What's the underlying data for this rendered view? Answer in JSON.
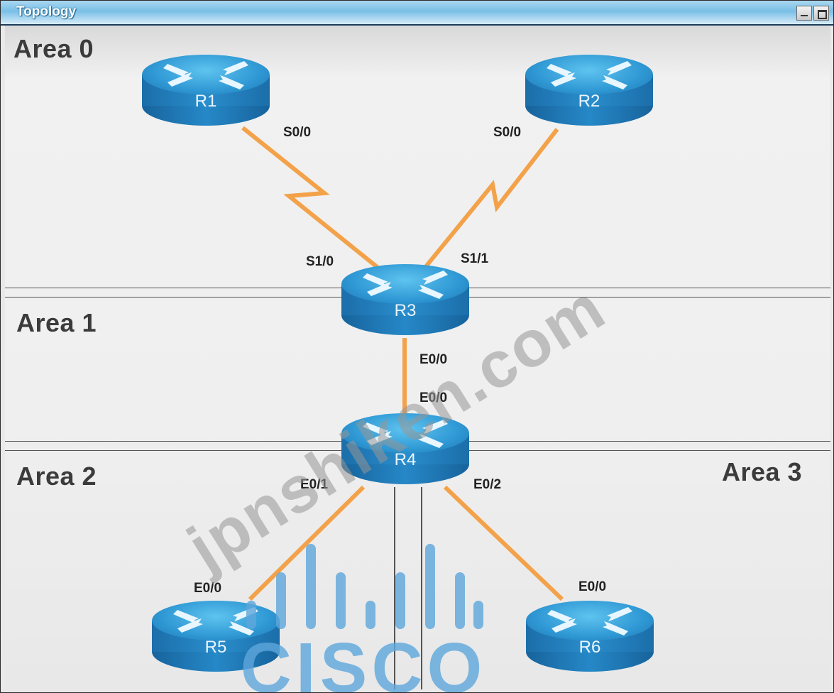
{
  "window": {
    "title": "Topology"
  },
  "areas": {
    "area0": "Area 0",
    "area1": "Area 1",
    "area2": "Area 2",
    "area3": "Area 3"
  },
  "routers": {
    "r1": "R1",
    "r2": "R2",
    "r3": "R3",
    "r4": "R4",
    "r5": "R5",
    "r6": "R6"
  },
  "interfaces": {
    "r1_s00": "S0/0",
    "r2_s00": "S0/0",
    "r3_s10": "S1/0",
    "r3_s11": "S1/1",
    "r3_e00": "E0/0",
    "r4_e00": "E0/0",
    "r4_e01": "E0/1",
    "r4_e02": "E0/2",
    "r5_e00": "E0/0",
    "r6_e00": "E0/0"
  },
  "links": [
    {
      "from": "R1",
      "to": "R3",
      "type": "serial"
    },
    {
      "from": "R2",
      "to": "R3",
      "type": "serial"
    },
    {
      "from": "R3",
      "to": "R4",
      "type": "ethernet"
    },
    {
      "from": "R4",
      "to": "R5",
      "type": "ethernet"
    },
    {
      "from": "R4",
      "to": "R6",
      "type": "ethernet"
    }
  ],
  "overlays": {
    "watermark": "jpnshiken.com",
    "logo_word": "CISCO"
  },
  "colors": {
    "link": "#f3a24a",
    "router": "#2f98d4"
  }
}
